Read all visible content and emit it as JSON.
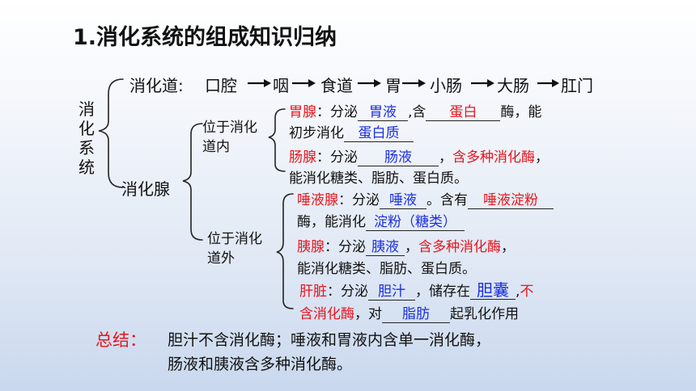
{
  "title": "1.消化系统的组成知识归纳",
  "root": "消化系统",
  "tract": {
    "label": "消化道:",
    "organs": [
      "口腔",
      "咽",
      "食道",
      "胃",
      "小肠",
      "大肠",
      "肛门"
    ]
  },
  "glands_label": "消化腺",
  "inside": {
    "label": "位于消化道内",
    "label_lines": [
      "位于消化",
      "道内"
    ],
    "stomach": {
      "name": "胃腺",
      "t1": "：分泌",
      "fill1": "胃液",
      "t2": ",含",
      "fill2": "蛋白",
      "t3": "酶，能",
      "t4": "初步消化",
      "fill3": "蛋白质"
    },
    "intestine": {
      "name": "肠腺",
      "t1": "：分泌",
      "fill1": "肠液",
      "t2": "，",
      "red_note": "含多种消化酶",
      "t3": "，",
      "t4": "能消化糖类、脂肪、蛋白质。"
    }
  },
  "outside": {
    "label": "位于消化道外",
    "label_lines": [
      "位于消化",
      "道外"
    ],
    "saliva": {
      "name": "唾液腺",
      "t1": "：分泌",
      "fill1": "唾液",
      "t2": "。含有",
      "fill2": "唾液淀粉",
      "t3": "酶，能消化",
      "fill3": "淀粉（糖类）"
    },
    "pancreas": {
      "name": "胰腺",
      "t1": "：分泌",
      "fill1": "胰液",
      "t2": "，",
      "red_note": "含多种消化酶",
      "t3": "，",
      "t4": "能消化糖类、脂肪、蛋白质。"
    },
    "liver": {
      "name": "肝脏",
      "t1": "：分泌",
      "fill1": "胆汁",
      "t2": "，储存在",
      "fill2": "胆囊",
      "t3": ",",
      "red_note_a": "不",
      "red_note_b": "含消化酶",
      "t4": "，对",
      "fill3": "脂肪",
      "t5": "起乳化作用"
    }
  },
  "summary": {
    "label": "总结：",
    "line1": "胆汁不含消化酶；唾液和胃液内含单一消化酶，",
    "line2": "肠液和胰液含多种消化酶。"
  },
  "colors": {
    "red": "#e8141c",
    "blue": "#1a2ee0",
    "text": "#111111"
  }
}
